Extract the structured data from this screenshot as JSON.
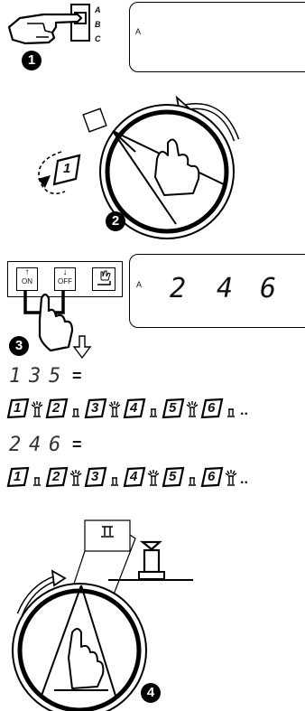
{
  "step1": {
    "step_number": "1",
    "switch_labels": [
      "A",
      "B",
      "C"
    ],
    "display_letter": "A"
  },
  "step2": {
    "step_number": "2",
    "program_icon_label": "1"
  },
  "step3": {
    "step_number": "3",
    "buttons": [
      {
        "arrow": "↑",
        "label": "ON"
      },
      {
        "arrow": "↓",
        "label": "OFF"
      }
    ],
    "display_letter": "A",
    "display_digits": [
      "2",
      "4",
      "6"
    ],
    "row_odd": {
      "digits": [
        "1",
        "3",
        "5"
      ],
      "equals": "=",
      "days": [
        {
          "num": "1",
          "on": true
        },
        {
          "num": "2",
          "on": false
        },
        {
          "num": "3",
          "on": true
        },
        {
          "num": "4",
          "on": false
        },
        {
          "num": "5",
          "on": true
        },
        {
          "num": "6",
          "on": false
        }
      ],
      "ellipsis": ".."
    },
    "row_even": {
      "digits": [
        "2",
        "4",
        "6"
      ],
      "equals": "=",
      "days": [
        {
          "num": "1",
          "on": false
        },
        {
          "num": "2",
          "on": true
        },
        {
          "num": "3",
          "on": false
        },
        {
          "num": "4",
          "on": true
        },
        {
          "num": "5",
          "on": false
        },
        {
          "num": "6",
          "on": true
        }
      ],
      "ellipsis": ".."
    }
  },
  "step4": {
    "step_number": "4"
  }
}
